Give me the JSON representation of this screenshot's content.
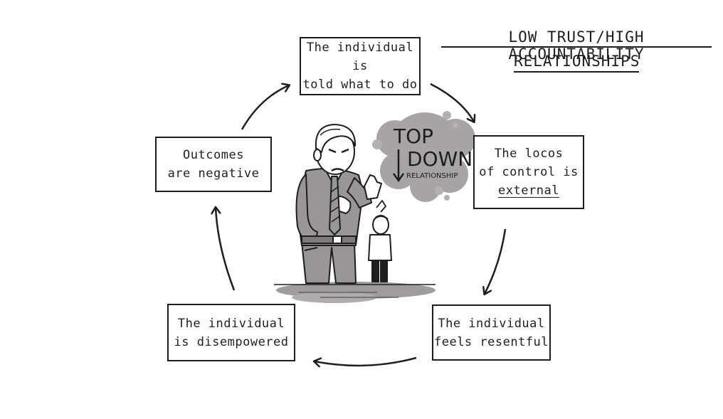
{
  "title": {
    "line1": "LOW TRUST/HIGH ACCOUNTABILITY",
    "line2": "RELATIONSHIPS"
  },
  "cycle": [
    {
      "id": "told",
      "line1": "The individual is",
      "line2": "told what to do"
    },
    {
      "id": "locus",
      "line1": "The locos",
      "line2": "of control is",
      "line3": "external"
    },
    {
      "id": "resentful",
      "line1": "The individual",
      "line2": "feels resentful"
    },
    {
      "id": "disempowered",
      "line1": "The individual",
      "line2": "is disempowered"
    },
    {
      "id": "negative",
      "line1": "Outcomes",
      "line2": "are negative"
    }
  ],
  "cloud": {
    "top": "TOP",
    "down": "DOWN",
    "relationship": "RELATIONSHIP"
  },
  "colors": {
    "ink": "#1e1e1e",
    "grey": "#9a9696",
    "cloud": "#a8a4a4"
  }
}
